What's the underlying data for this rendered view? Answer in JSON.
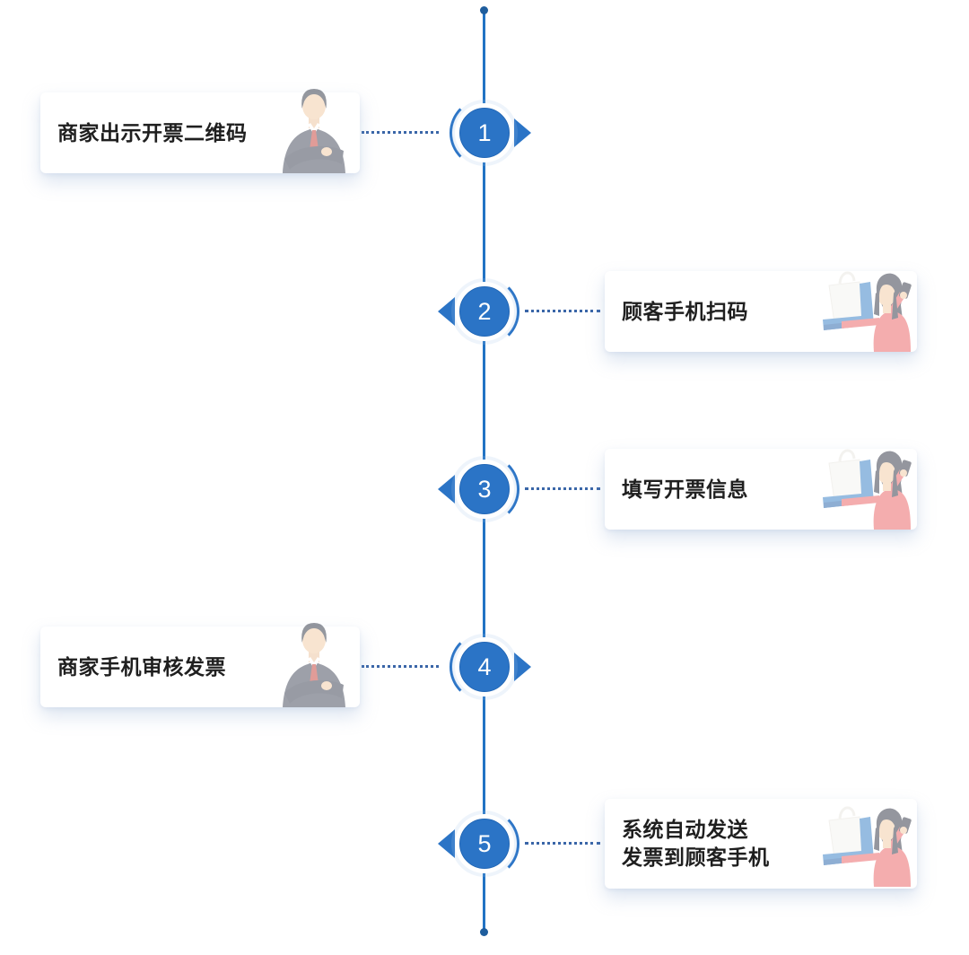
{
  "diagram": {
    "type": "vertical-timeline",
    "background": "#ffffff",
    "direction": "top-to-bottom"
  },
  "colors": {
    "accent_blue": "#2b74c6",
    "line_blue": "#2273c4",
    "dotted_blue": "#3a66a8",
    "text_dark": "#1f1f1f",
    "card_bg": "#ffffff"
  },
  "icons": {
    "merchant": "businessman-arms-crossed",
    "customer": "woman-shopper-with-phone",
    "arrow": "triangle-arrow",
    "arc": "curved-bracket"
  },
  "steps": [
    {
      "number": "1",
      "label": "商家出示开票二维码",
      "side": "left",
      "persona": "merchant"
    },
    {
      "number": "2",
      "label": "顾客手机扫码",
      "side": "right",
      "persona": "customer"
    },
    {
      "number": "3",
      "label": "填写开票信息",
      "side": "right",
      "persona": "customer"
    },
    {
      "number": "4",
      "label": "商家手机审核发票",
      "side": "left",
      "persona": "merchant"
    },
    {
      "number": "5",
      "label": "系统自动发送",
      "label_line2": "发票到顾客手机",
      "side": "right",
      "persona": "customer"
    }
  ]
}
